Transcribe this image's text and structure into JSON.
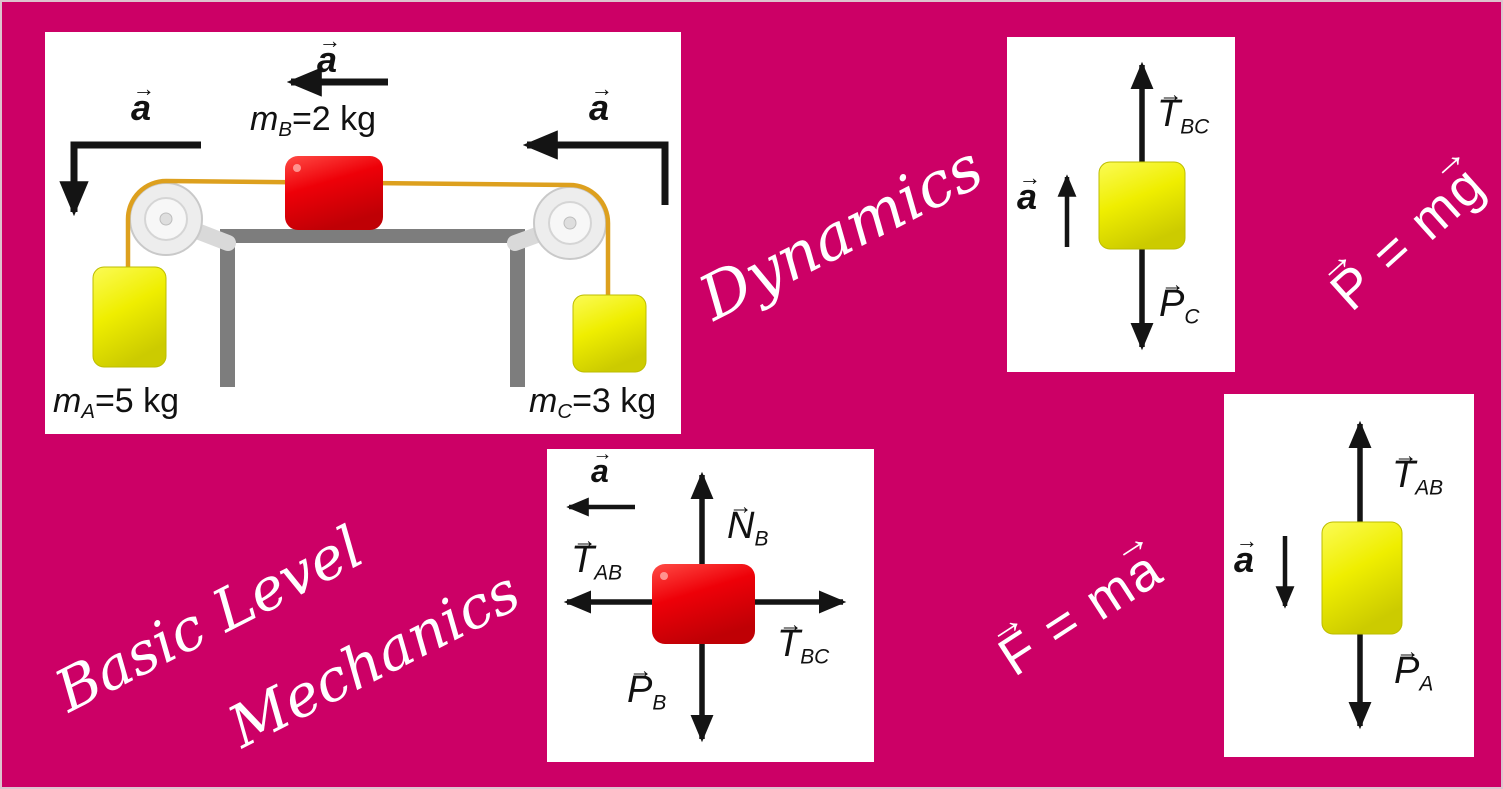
{
  "notation": {
    "vector_arrow": "→"
  },
  "palette": {
    "background": "#cc0066",
    "border": "#ddc3ce",
    "panel_bg": "#ffffff",
    "block_red": "#ee0008",
    "block_yellow": "#f0ee00",
    "table_gray": "#7d7d7d",
    "rope_orange": "#dda01e",
    "pulley_gray": "#ededed",
    "arrow_black": "#141414",
    "text_black": "#111111",
    "text_white": "#ffffff"
  },
  "headings": {
    "dynamics": "Dynamics",
    "basic_level": "Basic Level",
    "mechanics": "Mechanics"
  },
  "equations": {
    "weight": {
      "lhs": "P",
      "middle": " = m",
      "rhs": "g"
    },
    "newton": {
      "lhs": "F",
      "middle": " = m",
      "rhs": "a"
    }
  },
  "system_panel": {
    "accel_top": "a",
    "accel_left": "a",
    "accel_right": "a",
    "mass_b": {
      "symbol": "m",
      "sub": "B",
      "value": "=2 kg"
    },
    "mass_a": {
      "symbol": "m",
      "sub": "A",
      "value": "=5 kg"
    },
    "mass_c": {
      "symbol": "m",
      "sub": "C",
      "value": "=3 kg"
    }
  },
  "fbd_c": {
    "accel": "a",
    "tension": {
      "symbol": "T",
      "sub": "BC"
    },
    "weight": {
      "symbol": "P",
      "sub": "C"
    }
  },
  "fbd_b": {
    "accel": "a",
    "normal": {
      "symbol": "N",
      "sub": "B"
    },
    "tension_left": {
      "symbol": "T",
      "sub": "AB"
    },
    "tension_right": {
      "symbol": "T",
      "sub": "BC"
    },
    "weight": {
      "symbol": "P",
      "sub": "B"
    }
  },
  "fbd_a": {
    "accel": "a",
    "tension": {
      "symbol": "T",
      "sub": "AB"
    },
    "weight": {
      "symbol": "P",
      "sub": "A"
    }
  }
}
